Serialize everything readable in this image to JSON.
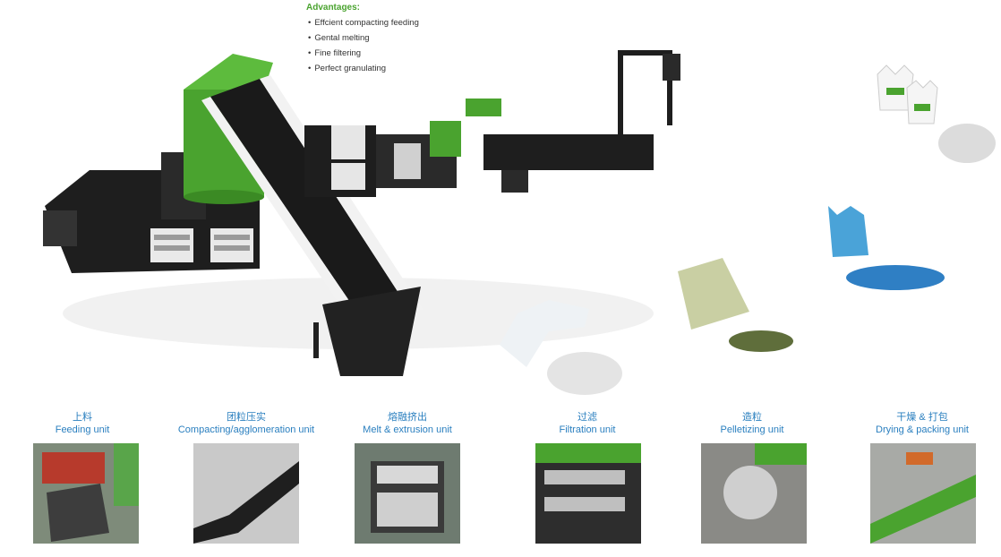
{
  "advantages": {
    "title": "Advantages:",
    "items": [
      "Effcient compacting feeding",
      "Gental melting",
      "Fine filtering",
      "Perfect granulating"
    ]
  },
  "units": [
    {
      "zh": "上料",
      "en": "Feeding unit"
    },
    {
      "zh": "团粒压实",
      "en": "Compacting/agglomeration unit"
    },
    {
      "zh": "熔融挤出",
      "en": "Melt & extrusion unit"
    },
    {
      "zh": "过滤",
      "en": "Filtration unit"
    },
    {
      "zh": "造粒",
      "en": "Pelletizing unit"
    },
    {
      "zh": "干燥 & 打包",
      "en": "Drying & packing unit"
    }
  ],
  "colors": {
    "accent": "#4aa32f",
    "label": "#2a7fbf",
    "machine": "#1e1e1e"
  }
}
